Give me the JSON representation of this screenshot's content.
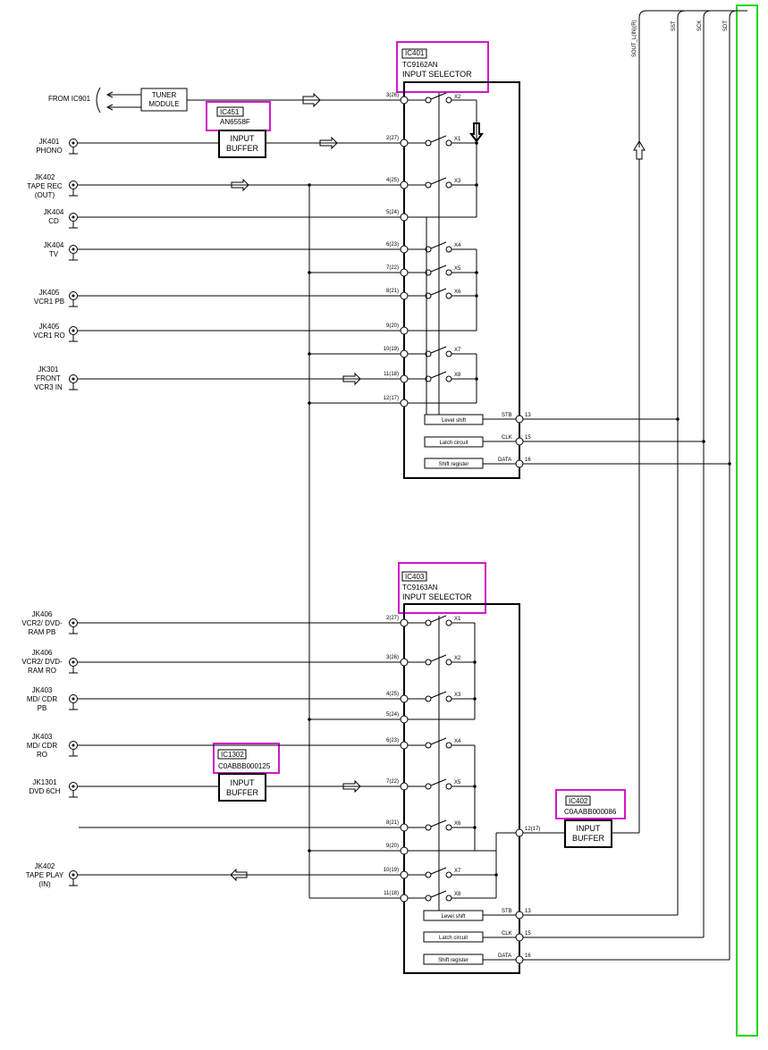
{
  "bus_labels": [
    "SOUT_L(IN)(R)",
    "SST",
    "SCK",
    "SDT"
  ],
  "from_label": "FROM IC901",
  "tuner": [
    "TUNER",
    "MODULE"
  ],
  "ic401": {
    "ref": "IC401",
    "part": "TC9162AN",
    "title": "INPUT SELECTOR"
  },
  "ic403": {
    "ref": "IC403",
    "part": "TC9163AN",
    "title": "INPUT SELECTOR"
  },
  "ic451": {
    "ref": "IC451",
    "part": "AN6558F"
  },
  "ic1302": {
    "ref": "IC1302",
    "part": "C0ABBB000125"
  },
  "ic402": {
    "ref": "IC402",
    "part": "C0AABB000086"
  },
  "buffer": [
    "INPUT",
    "BUFFER"
  ],
  "jacks_top": [
    {
      "lines": [
        "JK401",
        "PHONO"
      ]
    },
    {
      "lines": [
        "JK402",
        "TAPE REC",
        "(OUT)"
      ]
    },
    {
      "lines": [
        "JK404",
        "CD"
      ]
    },
    {
      "lines": [
        "JK404",
        "TV"
      ]
    },
    {
      "lines": [
        "JK405",
        "VCR1 PB"
      ]
    },
    {
      "lines": [
        "JK405",
        "VCR1 RO"
      ]
    },
    {
      "lines": [
        "JK301",
        "FRONT",
        "VCR3 IN"
      ]
    }
  ],
  "jacks_bottom": [
    {
      "lines": [
        "JK406",
        "VCR2/ DVD-",
        "RAM PB"
      ]
    },
    {
      "lines": [
        "JK406",
        "VCR2/ DVD-",
        "RAM RO"
      ]
    },
    {
      "lines": [
        "JK403",
        "MD/ CDR",
        "PB"
      ]
    },
    {
      "lines": [
        "JK403",
        "MD/ CDR",
        "RO"
      ]
    },
    {
      "lines": [
        "JK1301",
        "DVD 6CH"
      ]
    },
    {
      "lines": [
        "JK402",
        "TAPE PLAY",
        "(IN)"
      ]
    }
  ],
  "pins_top": [
    "3(26)",
    "2(27)",
    "4(25)",
    "5(24)",
    "6(23)",
    "7(22)",
    "8(21)",
    "9(20)",
    "10(19)",
    "11(18)",
    "12(17)"
  ],
  "pins_bottom": [
    "2(27)",
    "3(26)",
    "4(25)",
    "5(24)",
    "6(23)",
    "7(22)",
    "8(21)",
    "9(20)",
    "10(19)",
    "11(18)"
  ],
  "switches_top": [
    "X2",
    "X1",
    "X3",
    "X4",
    "X5",
    "X6",
    "X7",
    "X8"
  ],
  "switches_bottom": [
    "X1",
    "X2",
    "X3",
    "X4",
    "X5",
    "X6",
    "X7",
    "X8"
  ],
  "ctrl_blocks": [
    "Level shift",
    "Latch circuit",
    "Shift register"
  ],
  "ctrl_signals": [
    "STB",
    "CLK",
    "DATA"
  ],
  "ctrl_pins": [
    "13",
    "15",
    "16"
  ],
  "out_pin": "12(17)"
}
